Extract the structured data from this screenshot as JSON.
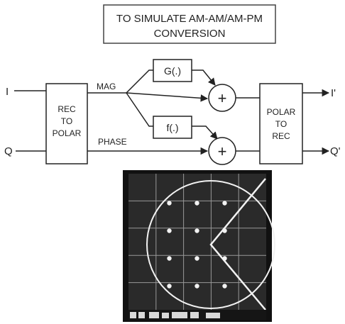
{
  "title": {
    "line1": "TO SIMULATE AM-AM/AM-PM",
    "line2": "CONVERSION"
  },
  "inputs": {
    "i": "I",
    "q": "Q"
  },
  "outputs": {
    "i": "I'",
    "q": "Q'"
  },
  "blocks": {
    "rec_to_polar": [
      "REC",
      "TO",
      "POLAR"
    ],
    "polar_to_rec": [
      "POLAR",
      "TO",
      "REC"
    ],
    "g_func": "G(.)",
    "f_func": "f(.)",
    "adder_symbol": "+"
  },
  "signals": {
    "mag": "MAG",
    "phase": "PHASE"
  },
  "scope": {
    "readout": "",
    "colors": {
      "screen": "#2a2a2a",
      "trace": "#f2f2f2",
      "bezel": "#111111"
    },
    "constellation_points": [
      {
        "i": -3,
        "q": 3
      },
      {
        "i": -1,
        "q": 3
      },
      {
        "i": 1,
        "q": 3
      },
      {
        "i": -3,
        "q": 1
      },
      {
        "i": -1,
        "q": 1
      },
      {
        "i": 1,
        "q": 1
      },
      {
        "i": -3,
        "q": -1
      },
      {
        "i": -1,
        "q": -1
      },
      {
        "i": 1,
        "q": -1
      },
      {
        "i": -3,
        "q": -3
      },
      {
        "i": -1,
        "q": -3
      },
      {
        "i": 1,
        "q": -3
      }
    ]
  }
}
